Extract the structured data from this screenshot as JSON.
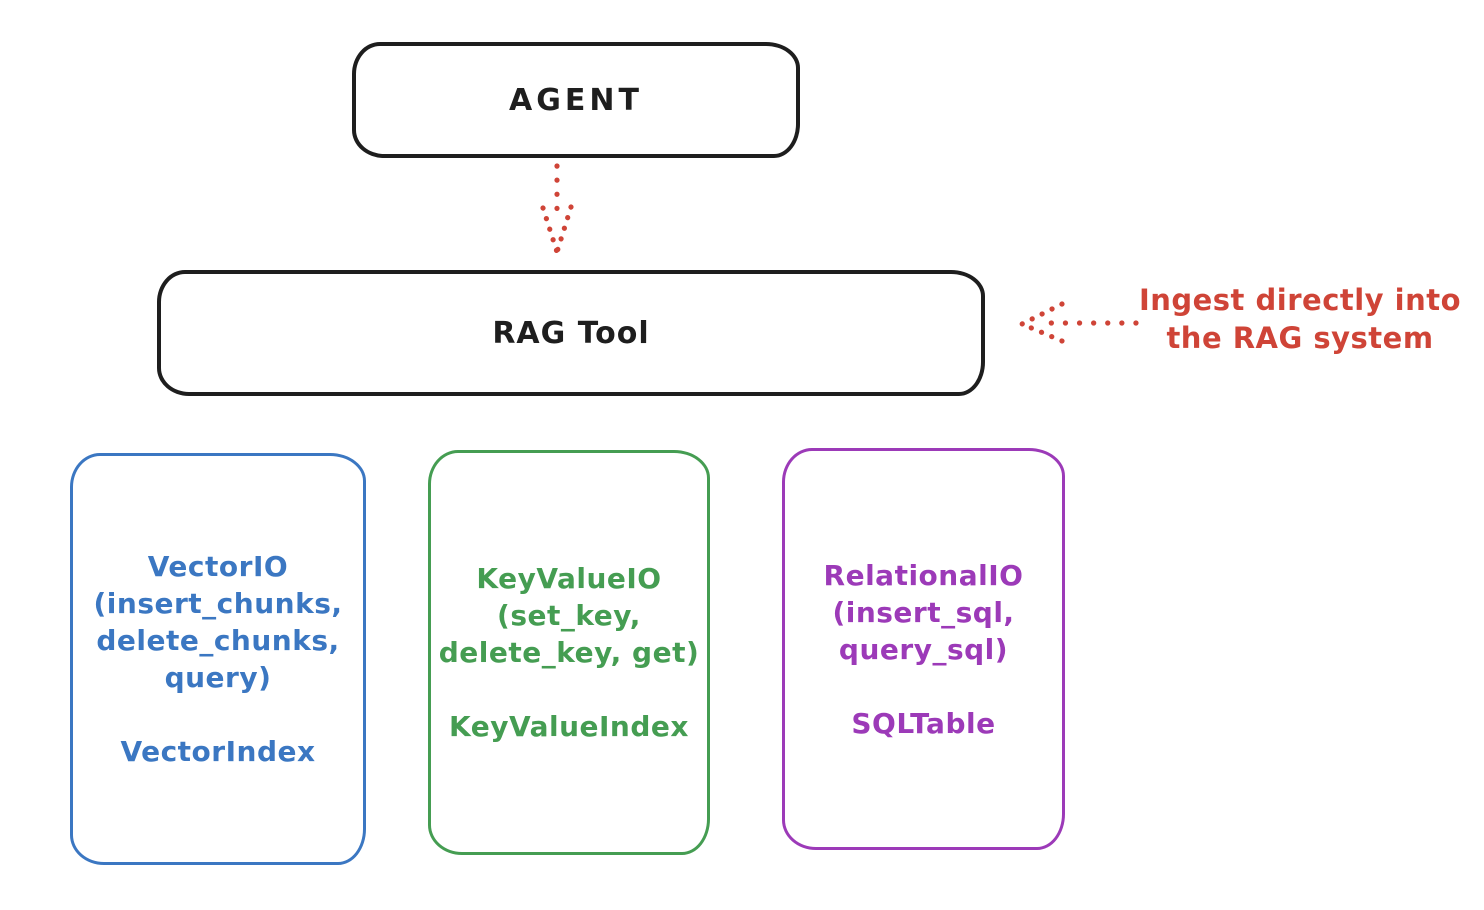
{
  "colors": {
    "background": "#ffffff",
    "stroke_black": "#1e1e1e",
    "accent_red": "#cf4437",
    "accent_blue": "#3b77c2",
    "accent_green": "#459d52",
    "accent_purple": "#9c3ab8"
  },
  "nodes": {
    "agent": {
      "label": "AGENT"
    },
    "rag_tool": {
      "label": "RAG Tool"
    },
    "vector_io": {
      "lines": [
        "VectorIO",
        "(insert_chunks,",
        "delete_chunks,",
        "query)"
      ],
      "index_label": "VectorIndex"
    },
    "key_value_io": {
      "lines": [
        "KeyValueIO",
        "(set_key,",
        "delete_key, get)"
      ],
      "index_label": "KeyValueIndex"
    },
    "relational_io": {
      "lines": [
        "RelationalIO",
        "(insert_sql,",
        "query_sql)"
      ],
      "index_label": "SQLTable"
    }
  },
  "annotation": {
    "lines": [
      "Ingest directly into",
      "the RAG system"
    ]
  },
  "arrows": [
    {
      "name": "agent-to-rag-tool",
      "style": "dotted",
      "color": "#cf4437",
      "direction": "down"
    },
    {
      "name": "annotation-to-rag-tool",
      "style": "dotted",
      "color": "#cf4437",
      "direction": "left"
    }
  ]
}
